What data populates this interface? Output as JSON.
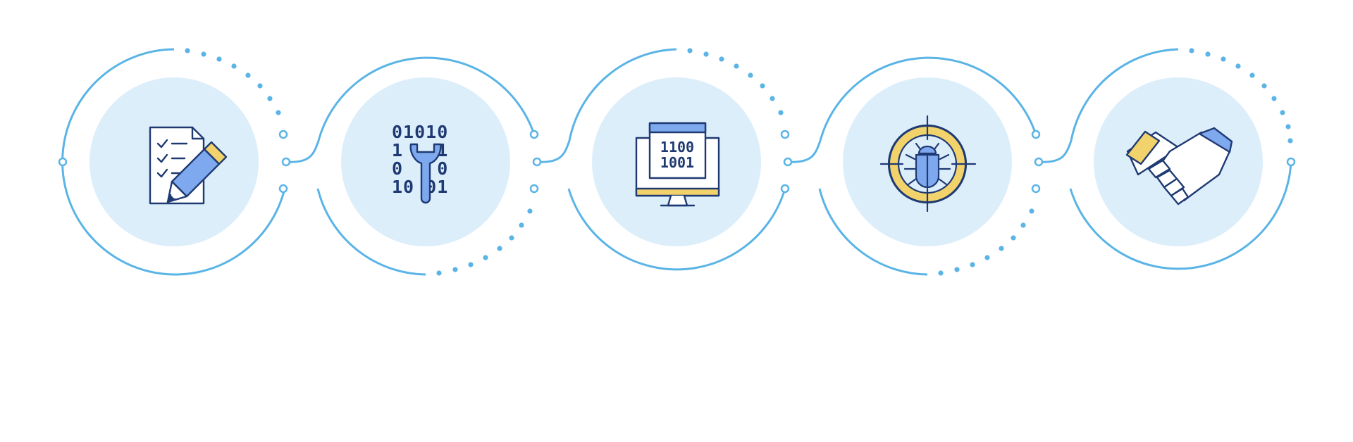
{
  "colors": {
    "ring": "#5AB4E6",
    "disc": "#DDEEFB",
    "outline": "#1F3A73",
    "accent_blue": "#7FA9EE",
    "accent_yellow": "#F2D36B",
    "white": "#FFFFFF"
  },
  "steps": [
    {
      "icon": "checklist-pencil-icon",
      "dots": "top-right"
    },
    {
      "icon": "binary-wrench-icon",
      "dots": "bottom-right",
      "binary_rows": [
        "01010",
        "1   1",
        "0   0",
        "10 01"
      ]
    },
    {
      "icon": "monitor-binary-icon",
      "dots": "top-right",
      "binary_rows": [
        "1100",
        "1001"
      ]
    },
    {
      "icon": "bug-target-icon",
      "dots": "bottom-right"
    },
    {
      "icon": "handshake-icon",
      "dots": "top-right"
    }
  ]
}
